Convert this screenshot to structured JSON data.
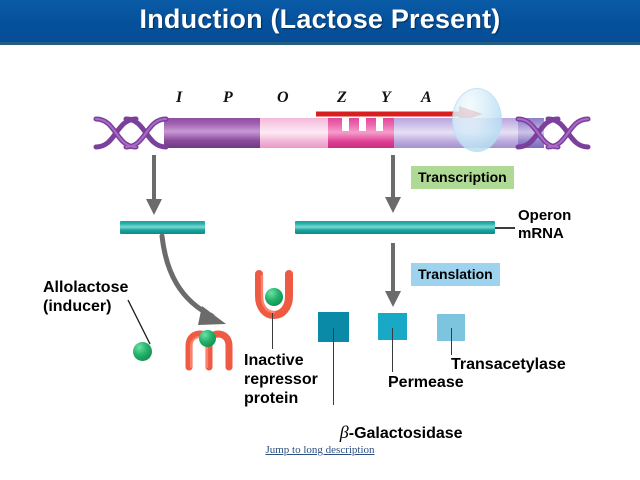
{
  "title": {
    "text": "Induction (Lactose Present)",
    "bar_color": "#05509b",
    "text_color": "#ffffff"
  },
  "diagram": {
    "gene_labels": [
      {
        "id": "I",
        "label": "I"
      },
      {
        "id": "P",
        "label": "P"
      },
      {
        "id": "O",
        "label": "O"
      },
      {
        "id": "Z",
        "label": "Z"
      },
      {
        "id": "Y",
        "label": "Y"
      },
      {
        "id": "A",
        "label": "A"
      }
    ],
    "dna_segments": [
      {
        "name": "regulatory-gene-i",
        "color": "#9a57ab"
      },
      {
        "name": "promoter-p",
        "color": "#f7c6e2"
      },
      {
        "name": "operator-o",
        "color": "#e5509f"
      },
      {
        "name": "structural-genes-zya",
        "color": "#cbbce8"
      }
    ],
    "rna_polymerase": {
      "name": "rna-polymerase",
      "color": "#bfe2f4"
    },
    "transcription_arrow_color": "#d81f1f",
    "steps": {
      "transcription": "Transcription",
      "translation": "Translation"
    },
    "step_colors": {
      "transcription": "#aeda95",
      "translation": "#9ed3ef"
    },
    "mrna": {
      "operon_label_line1": "Operon",
      "operon_label_line2": "mRNA",
      "color": "#17a19c"
    },
    "allolactose": {
      "label_line1": "Allolactose",
      "label_line2": "(inducer)",
      "color": "#109b55"
    },
    "repressor": {
      "label_line1": "Inactive",
      "label_line2": "repressor",
      "label_line3": "protein",
      "color": "#ef5a43"
    },
    "enzymes": [
      {
        "name": "beta-galactosidase",
        "label_prefix": "β",
        "label": "-Galactosidase",
        "color": "#0b8aa8"
      },
      {
        "name": "permease",
        "label": "Permease",
        "color": "#18a9c6"
      },
      {
        "name": "transacetylase",
        "label": "Transacetylase",
        "color": "#7dc4de"
      }
    ],
    "arrow_color": "#6b6b6b"
  },
  "footer": {
    "long_description_link": "Jump to long description"
  }
}
